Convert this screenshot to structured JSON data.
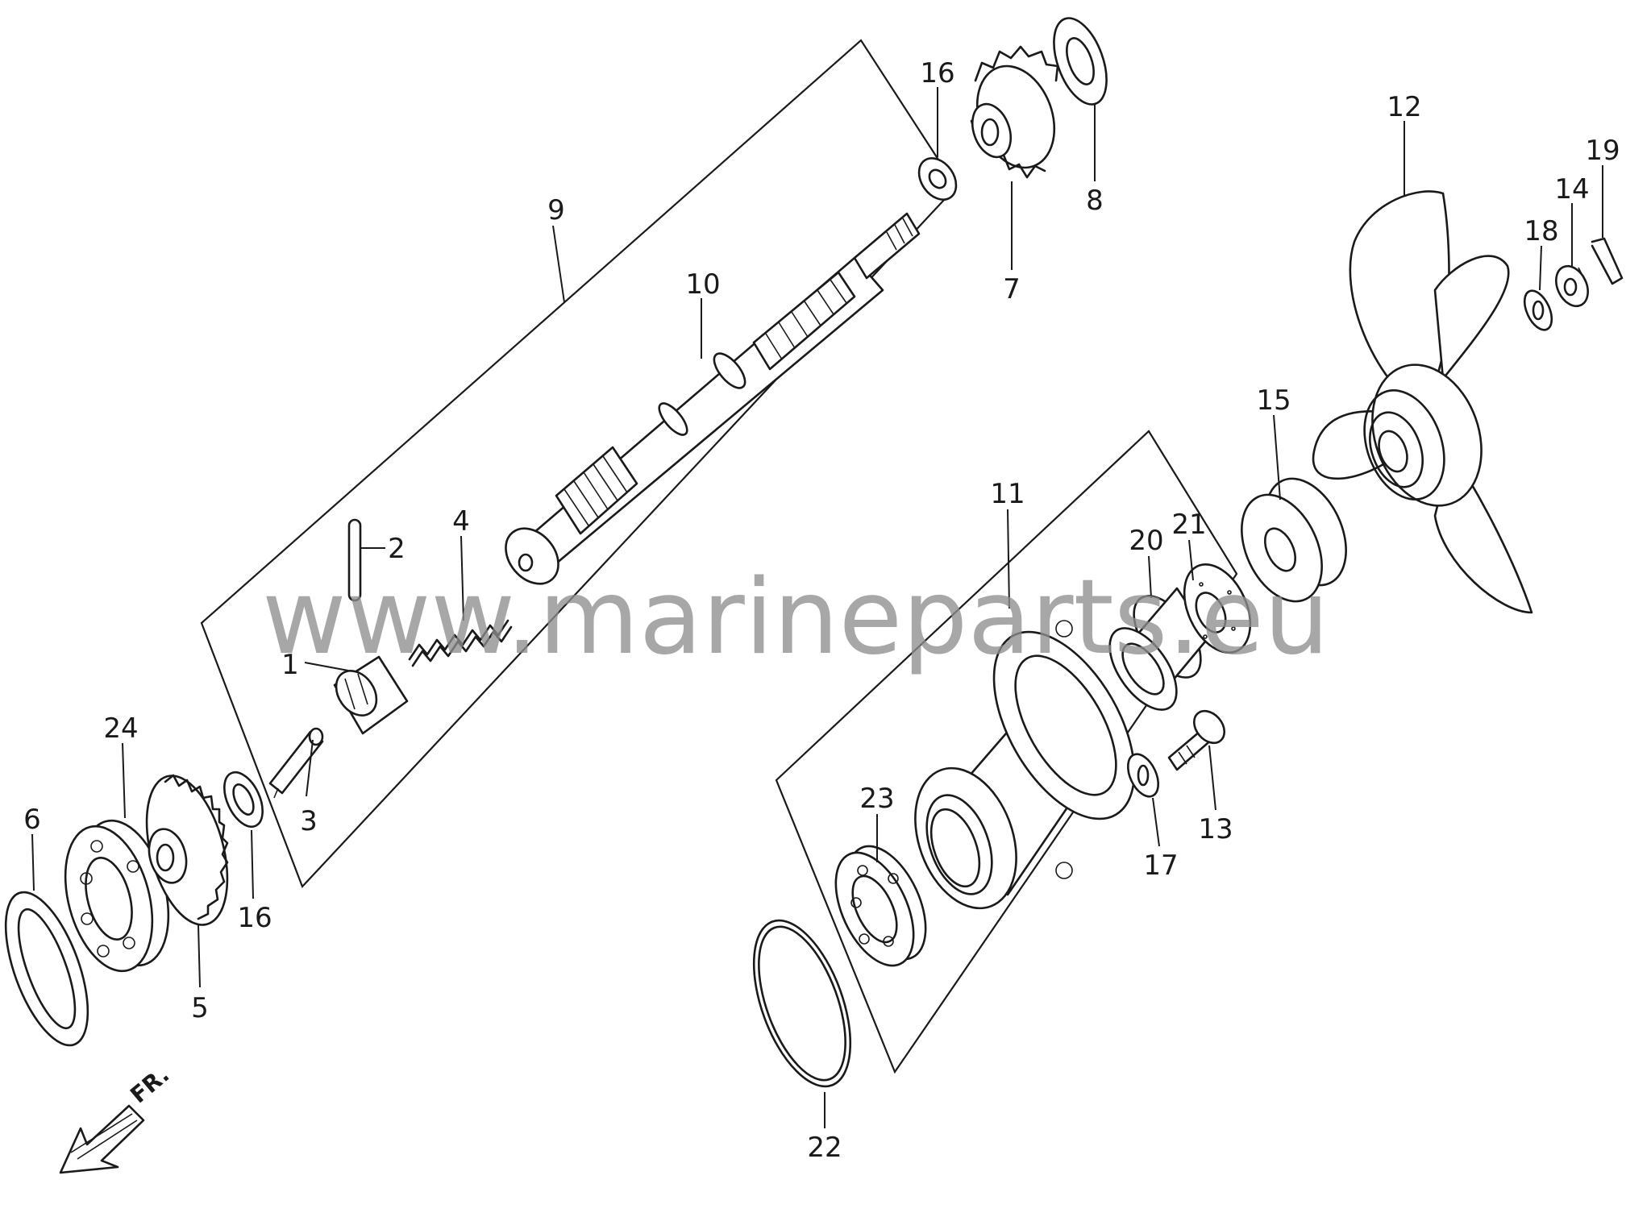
{
  "watermark": "www.marineparts.eu",
  "direction_label": "FR.",
  "callouts": [
    {
      "id": "c1",
      "text": "1"
    },
    {
      "id": "c2",
      "text": "2"
    },
    {
      "id": "c3",
      "text": "3"
    },
    {
      "id": "c4",
      "text": "4"
    },
    {
      "id": "c5",
      "text": "5"
    },
    {
      "id": "c6",
      "text": "6"
    },
    {
      "id": "c7",
      "text": "7"
    },
    {
      "id": "c8",
      "text": "8"
    },
    {
      "id": "c9",
      "text": "9"
    },
    {
      "id": "c10",
      "text": "10"
    },
    {
      "id": "c11",
      "text": "11"
    },
    {
      "id": "c12",
      "text": "12"
    },
    {
      "id": "c13",
      "text": "13"
    },
    {
      "id": "c14",
      "text": "14"
    },
    {
      "id": "c15",
      "text": "15"
    },
    {
      "id": "c16a",
      "text": "16"
    },
    {
      "id": "c16b",
      "text": "16"
    },
    {
      "id": "c17",
      "text": "17"
    },
    {
      "id": "c18",
      "text": "18"
    },
    {
      "id": "c19",
      "text": "19"
    },
    {
      "id": "c20",
      "text": "20"
    },
    {
      "id": "c21",
      "text": "21"
    },
    {
      "id": "c22",
      "text": "22"
    },
    {
      "id": "c23",
      "text": "23"
    },
    {
      "id": "c24",
      "text": "24"
    }
  ]
}
